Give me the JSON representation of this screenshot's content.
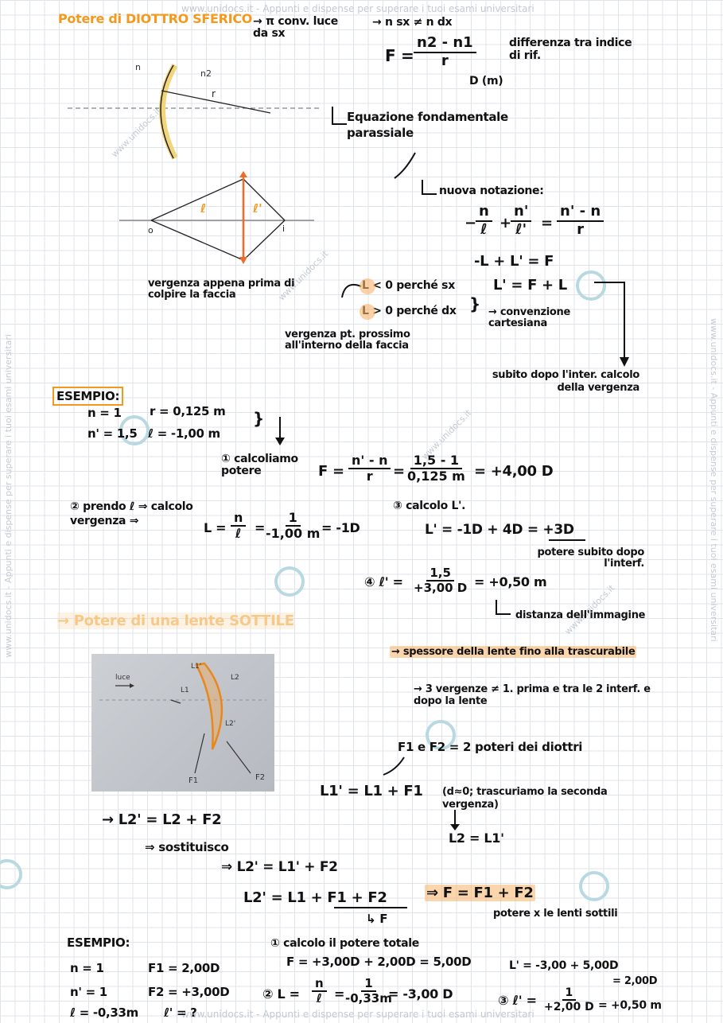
{
  "watermark": {
    "top": "www.unidocs.it - Appunti e dispense per superare i tuoi esami universitari",
    "bottom": "www.unidocs.it - Appunti e dispense per superare i tuoi esami universitari",
    "side": "www.unidocs.it - Appunti e dispense per superare i tuoi esami universitari",
    "diag": "www.unidocs.it"
  },
  "section1": {
    "title": "Potere di DIOTTRO SFERICO",
    "arrow_note_1": "→ π conv. luce da sx",
    "arrow_note_2": "→ n sx ≠ n dx",
    "formula_lhs": "F =",
    "formula_num": "n2 - n1",
    "formula_den": "r",
    "formula_unit": "D (m)",
    "note_diff": "differenza tra indice di rif.",
    "eq_title": "Equazione fondamentale parassiale",
    "new_notation": "nuova notazione:",
    "eq_a_1_num": "n",
    "eq_a_1_den": "ℓ",
    "eq_a_2_num": "n'",
    "eq_a_2_den": "ℓ'",
    "eq_a_3_num": "n' - n",
    "eq_a_3_den": "r",
    "eq_b": "-L + L' = F",
    "eq_c": "L' = F + L",
    "vergence_note": "vergenza appena prima di colpire la faccia",
    "l_neg": "L < 0 perché sx",
    "l_pos": "L > 0 perché dx",
    "conv_note": "→ convenzione cartesiana",
    "vergence_pt": "vergenza pt. prossimo all'interno della faccia",
    "right_note": "subito dopo l'inter. calcolo della vergenza",
    "fig_labels": {
      "n": "n",
      "n2": "n2",
      "r": "r",
      "l": "ℓ",
      "lp": "ℓ'",
      "o": "o",
      "i": "i"
    }
  },
  "example1": {
    "label": "ESEMPIO:",
    "given": [
      "n = 1",
      "r = 0,125 m",
      "n' = 1,5",
      "ℓ = -1,00 m"
    ],
    "step1_label": "① calcoliamo potere",
    "step1_lhs": "F =",
    "step1_num": "n' - n",
    "step1_den": "r",
    "step1_num2": "1,5 - 1",
    "step1_den2": "0,125 m",
    "step1_res": "= +4,00 D",
    "step2_label": "② prendo ℓ ⇒ calcolo vergenza ⇒",
    "step2_eq": "L =",
    "step2_num": "n",
    "step2_den": "ℓ",
    "step2_num2": "1",
    "step2_den2": "-1,00 m",
    "step2_res": "= -1D",
    "step3_label": "③ calcolo L'.",
    "step3_eq": "L' = -1D + 4D = +3D",
    "step3_note": "potere subito dopo l'interf.",
    "step4_eq": "④ ℓ' =",
    "step4_num": "1,5",
    "step4_den": "+3,00 D",
    "step4_res": "= +0,50 m",
    "step4_note": "distanza dell'immagine"
  },
  "section2": {
    "title": "→ Potere di una lente SOTTILE",
    "note1": "→ spessore della lente fino alla trascurabile",
    "note2": "→ 3 vergenze ≠ 1. prima e tra le 2 interf. e dopo la lente",
    "photo_labels": {
      "luce": "luce",
      "l1": "L1",
      "l1p": "L1'",
      "l2": "L2",
      "l2p": "L2'",
      "f1": "F1",
      "f2": "F2"
    },
    "f_note": "F1 e F2 = 2 poteri dei diottri",
    "eq1": "L1' = L1 + F1",
    "eq1_note": "(d≈0; trascuriamo la seconda vergenza)",
    "eq2": "L2 = L1'",
    "eq3": "→ L2' = L2 + F2",
    "eq4": "⇒ sostituisco",
    "eq5": "⇒ L2' = L1' + F2",
    "eq6": "L2' = L1 + F1 + F2",
    "eq6_under": "↳ F",
    "eq7": "⇒ F = F1 + F2",
    "eq7_note": "potere x le lenti sottili"
  },
  "example2": {
    "label": "ESEMPIO:",
    "given": [
      "n = 1",
      "F1 = 2,00D",
      "n' = 1",
      "F2 = +3,00D",
      "ℓ = -0,33m",
      "ℓ' = ?"
    ],
    "step1": "① calcolo il potere totale",
    "step1_eq": "F = +3,00D + 2,00D = 5,00D",
    "step2_eq": "② L =",
    "step2_num": "n",
    "step2_den": "ℓ",
    "step2_num2": "1",
    "step2_den2": "-0,33m",
    "step2_res": "= -3,00 D",
    "step3_a": "L' = -3,00 + 5,00D",
    "step3_b": "= 2,00D",
    "step3_c": "③ ℓ' =",
    "step3_num": "1",
    "step3_den": "+2,00 D",
    "step3_res": "= +0,50 m"
  }
}
